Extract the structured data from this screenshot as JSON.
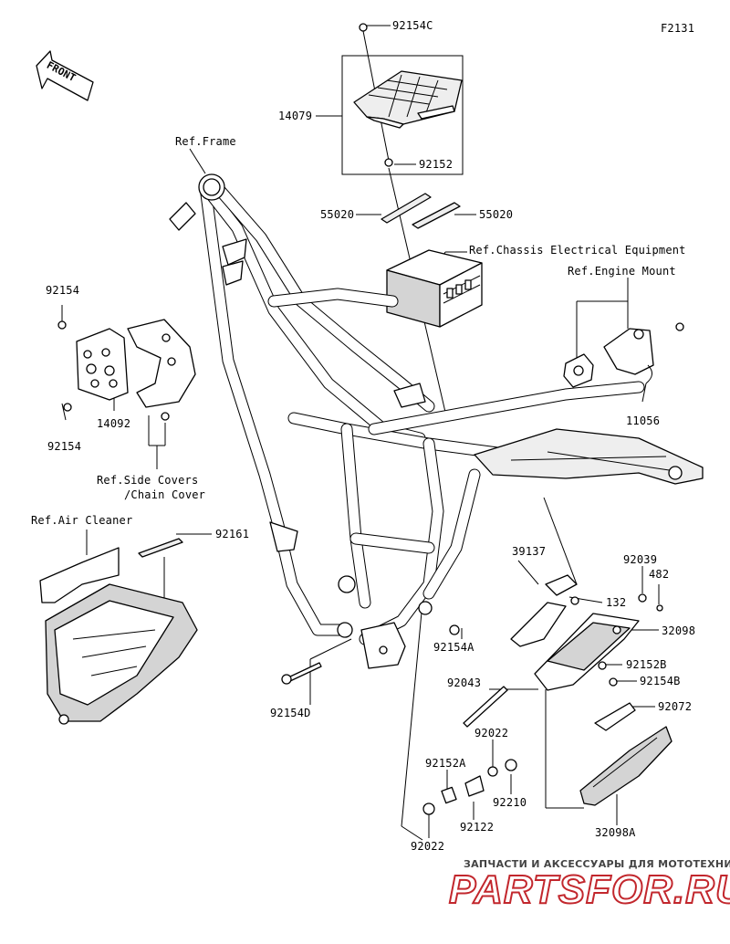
{
  "diagram_code": "F2131",
  "front_marker": "FRONT",
  "labels": {
    "p92154C": "92154C",
    "p14079": "14079",
    "p92152": "92152",
    "p55020_left": "55020",
    "p55020_right": "55020",
    "ref_frame": "Ref.Frame",
    "ref_chassis": "Ref.Chassis Electrical Equipment",
    "ref_engine_mount": "Ref.Engine Mount",
    "p92154_top": "92154",
    "p14092": "14092",
    "p92154_bottom": "92154",
    "p11056": "11056",
    "ref_side_covers_1": "Ref.Side Covers",
    "ref_side_covers_2": "/Chain Cover",
    "ref_air_cleaner": "Ref.Air Cleaner",
    "p92161": "92161",
    "p39137": "39137",
    "p92039": "92039",
    "p482": "482",
    "p132": "132",
    "p32098": "32098",
    "p92154A": "92154A",
    "p92152B": "92152B",
    "p92154B": "92154B",
    "p92043": "92043",
    "p92072": "92072",
    "p92154D": "92154D",
    "p92022_top": "92022",
    "p92152A": "92152A",
    "p92210": "92210",
    "p92122": "92122",
    "p32098A": "32098A",
    "p92022_bottom": "92022"
  },
  "watermark": {
    "tagline": "ЗАПЧАСТИ И АКСЕССУАРЫ ДЛЯ МОТОТЕХНИКИ",
    "logo": "PARTSFOR.RU",
    "logo_color": "#c2272d"
  }
}
